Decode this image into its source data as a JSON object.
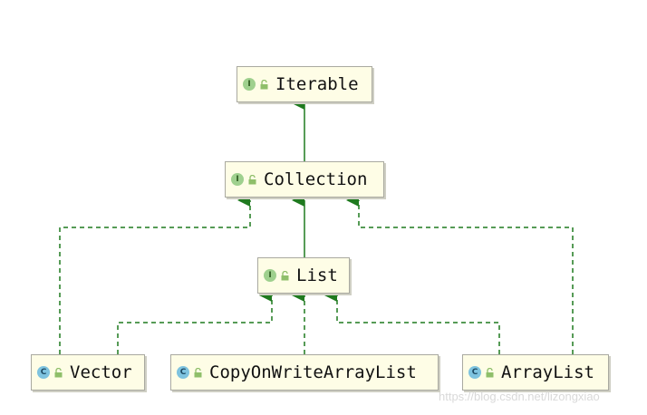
{
  "nodes": {
    "iterable": {
      "label": "Iterable",
      "kind": "interface",
      "badge": "I"
    },
    "collection": {
      "label": "Collection",
      "kind": "interface",
      "badge": "I"
    },
    "list": {
      "label": "List",
      "kind": "interface",
      "badge": "I"
    },
    "vector": {
      "label": "Vector",
      "kind": "class",
      "badge": "C"
    },
    "cow": {
      "label": "CopyOnWriteArrayList",
      "kind": "class",
      "badge": "C"
    },
    "arraylist": {
      "label": "ArrayList",
      "kind": "class",
      "badge": "C"
    }
  },
  "edges": [
    {
      "from": "collection",
      "to": "iterable",
      "type": "extends"
    },
    {
      "from": "list",
      "to": "collection",
      "type": "extends"
    },
    {
      "from": "vector",
      "to": "collection",
      "type": "implements"
    },
    {
      "from": "arraylist",
      "to": "collection",
      "type": "implements"
    },
    {
      "from": "vector",
      "to": "list",
      "type": "implements"
    },
    {
      "from": "cow",
      "to": "list",
      "type": "implements"
    },
    {
      "from": "arraylist",
      "to": "list",
      "type": "implements"
    }
  ],
  "colors": {
    "edge": "#1f7a1f",
    "node_fill": "#fefde6",
    "interface_badge": "#9fd08e",
    "class_badge": "#7ec3df"
  },
  "watermark": "https://blog.csdn.net/lizongxiao"
}
